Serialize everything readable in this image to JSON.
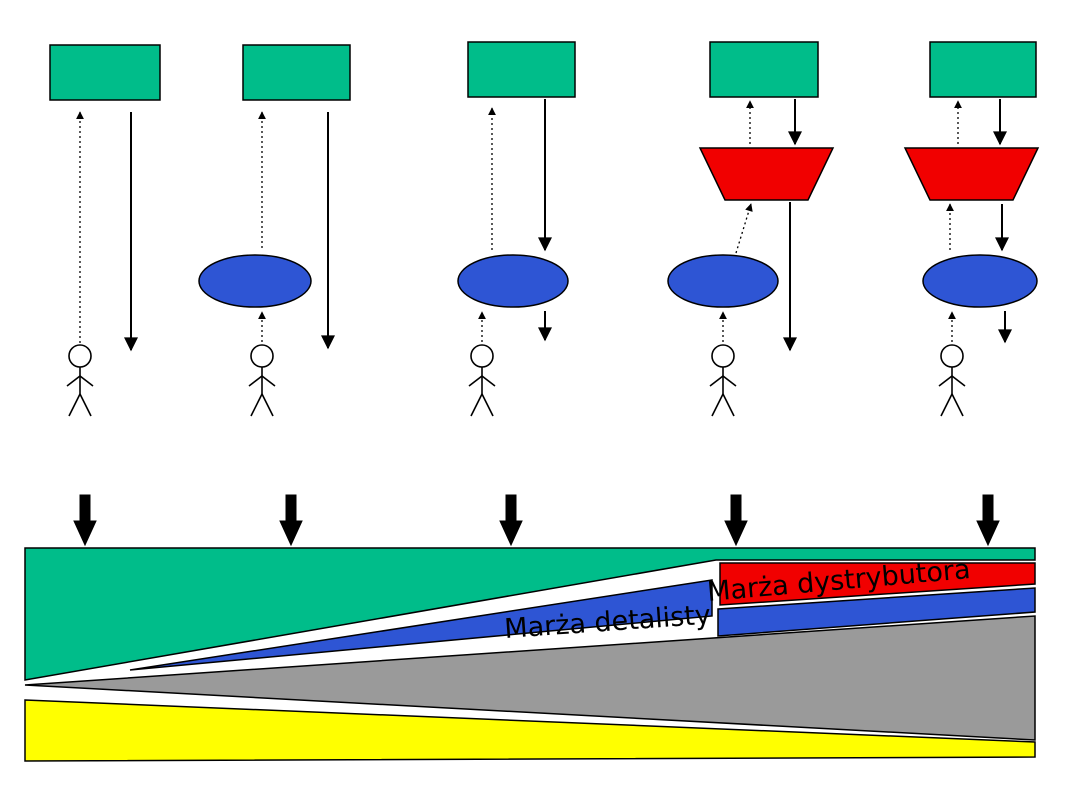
{
  "diagram": {
    "kind": "distribution-channels-diagram",
    "channels": [
      {
        "id": "channel-1",
        "nodes": [
          "producer",
          "consumer"
        ]
      },
      {
        "id": "channel-2",
        "nodes": [
          "producer",
          "retailer",
          "consumer"
        ]
      },
      {
        "id": "channel-3",
        "nodes": [
          "producer",
          "retailer",
          "consumer"
        ]
      },
      {
        "id": "channel-4",
        "nodes": [
          "producer",
          "distributor",
          "retailer",
          "consumer"
        ]
      },
      {
        "id": "channel-5",
        "nodes": [
          "producer",
          "distributor",
          "retailer",
          "consumer"
        ]
      }
    ],
    "node_shapes": {
      "producer": "green-rectangle",
      "distributor": "red-trapezoid",
      "retailer": "blue-ellipse",
      "consumer": "stick-figure"
    },
    "flows": {
      "dotted_arrow": "order-flow-up",
      "solid_arrow": "goods-flow-down"
    }
  },
  "margin_chart": {
    "labels": {
      "retailer_margin": "Marża detalisty",
      "distributor_margin": "Marża dystrybutora"
    },
    "bands": [
      {
        "name": "green-wedge",
        "color_key": "green"
      },
      {
        "name": "distributor-margin-wedge",
        "color_key": "red"
      },
      {
        "name": "retailer-margin-wedge",
        "color_key": "blue"
      },
      {
        "name": "gray-wedge",
        "color_key": "gray"
      },
      {
        "name": "yellow-band",
        "color_key": "yellow"
      }
    ]
  },
  "colors": {
    "green": "#00bd8a",
    "blue": "#2e55d4",
    "red": "#f10000",
    "gray": "#9a9a9a",
    "yellow": "#ffff00",
    "black": "#000000"
  }
}
